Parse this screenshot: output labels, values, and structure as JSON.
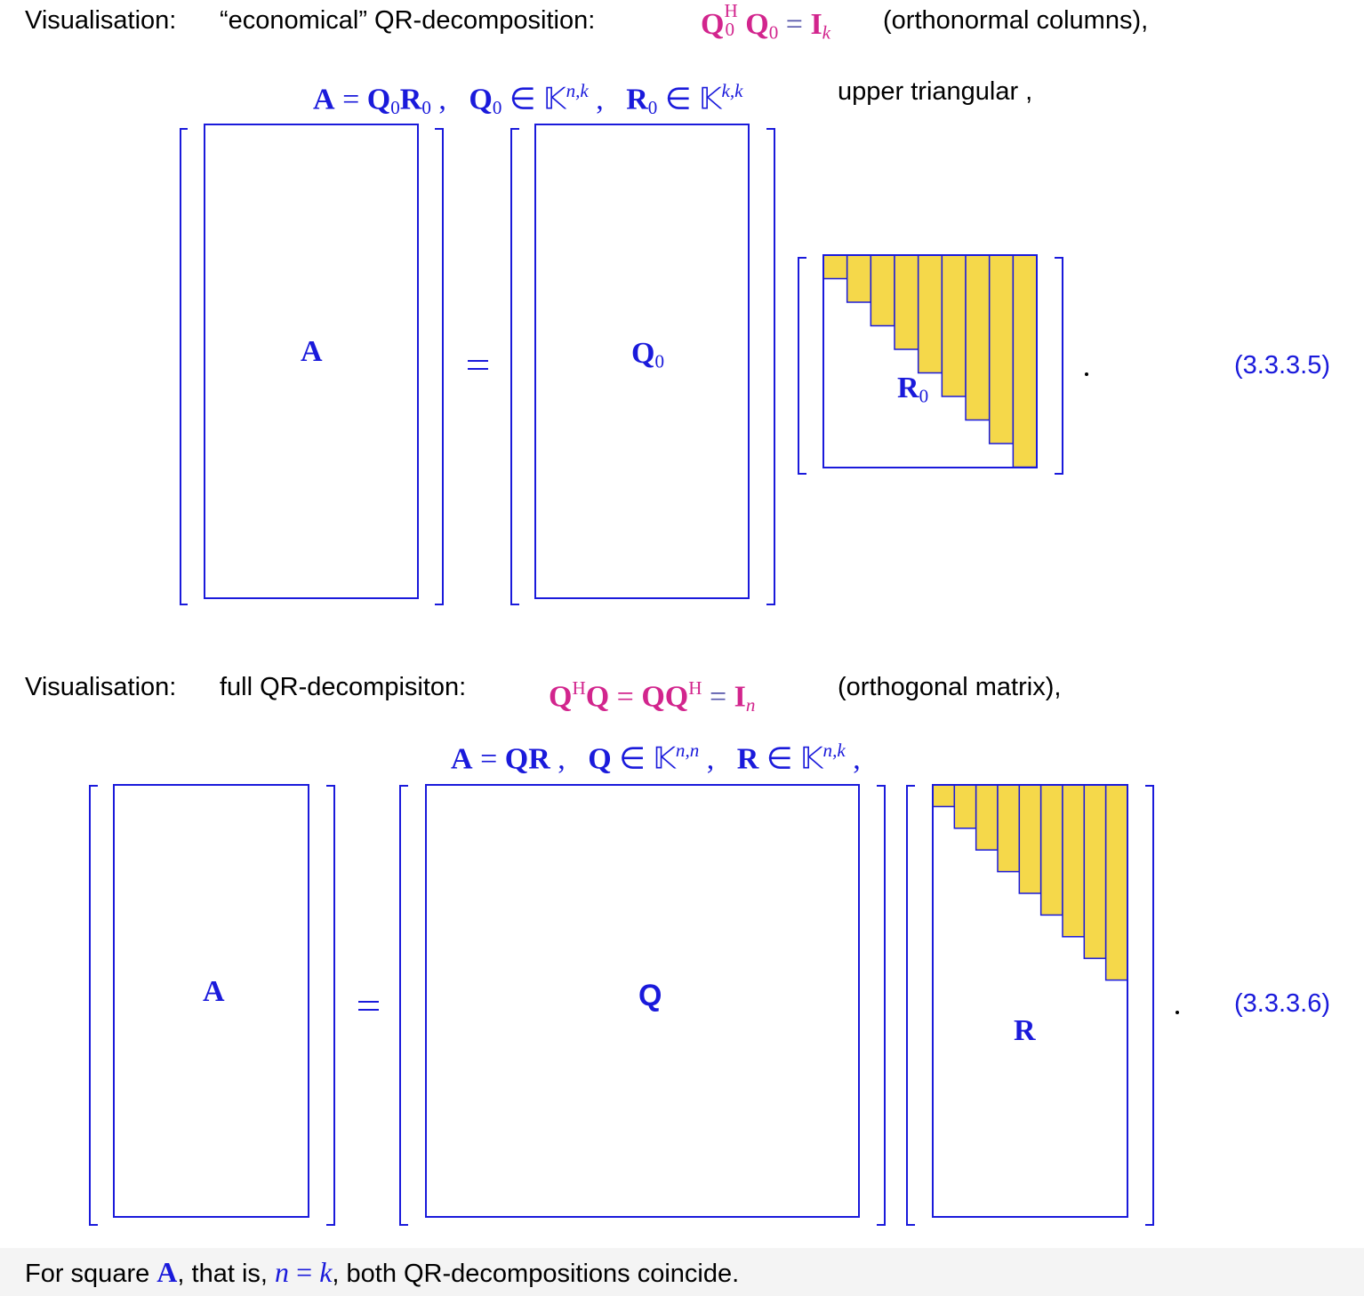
{
  "section1": {
    "intro": "Visualisation:",
    "kind": "“economical” QR-decomposition:",
    "relation_note": "(orthonormal columns),",
    "suffix": "upper triangular ,",
    "matrix_labels": {
      "a": "A",
      "q": "Q",
      "r": "R",
      "zero": "0"
    },
    "equation_number": "(3.3.3.5)"
  },
  "section2": {
    "intro": "Visualisation:",
    "kind": "full QR-decompisiton:",
    "relation_note": "(orthogonal matrix),",
    "matrix_labels": {
      "a": "A",
      "q": "Q",
      "r": "R"
    },
    "equation_number": "(3.3.3.6)"
  },
  "footer": {
    "prefix": "For square",
    "a": "A",
    "middle": ", that is,",
    "n": "n",
    "eq": "=",
    "k": "k",
    "suffix": ", both QR-decompositions coincide."
  },
  "colors": {
    "blue": "#1a1adb",
    "magenta": "#d2258d",
    "fill": "#f5d84a"
  },
  "r_pattern": {
    "economical_columns": 9,
    "full_columns": 9
  }
}
